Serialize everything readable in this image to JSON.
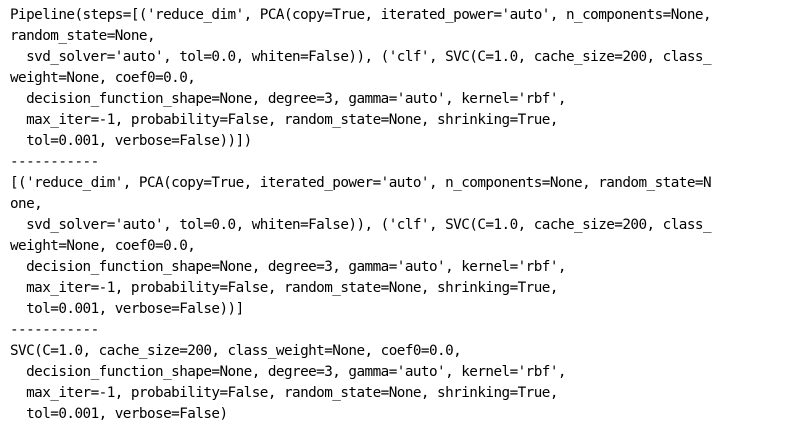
{
  "output_lines": [
    "Pipeline(steps=[('reduce_dim', PCA(copy=True, iterated_power='auto', n_components=None,",
    "random_state=None,",
    "  svd_solver='auto', tol=0.0, whiten=False)), ('clf', SVC(C=1.0, cache_size=200, class_",
    "weight=None, coef0=0.0,",
    "  decision_function_shape=None, degree=3, gamma='auto', kernel='rbf',",
    "  max_iter=-1, probability=False, random_state=None, shrinking=True,",
    "  tol=0.001, verbose=False))])",
    "-----------",
    "[('reduce_dim', PCA(copy=True, iterated_power='auto', n_components=None, random_state=N",
    "one,",
    "  svd_solver='auto', tol=0.0, whiten=False)), ('clf', SVC(C=1.0, cache_size=200, class_",
    "weight=None, coef0=0.0,",
    "  decision_function_shape=None, degree=3, gamma='auto', kernel='rbf',",
    "  max_iter=-1, probability=False, random_state=None, shrinking=True,",
    "  tol=0.001, verbose=False))]",
    "-----------",
    "SVC(C=1.0, cache_size=200, class_weight=None, coef0=0.0,",
    "  decision_function_shape=None, degree=3, gamma='auto', kernel='rbf',",
    "  max_iter=-1, probability=False, random_state=None, shrinking=True,",
    "  tol=0.001, verbose=False)"
  ]
}
